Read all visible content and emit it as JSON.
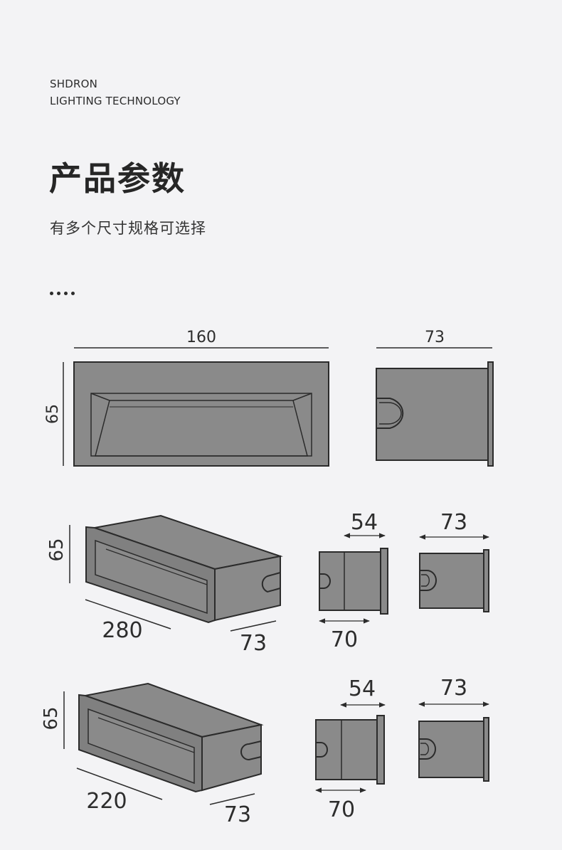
{
  "brand": {
    "line1": "SHDRON",
    "line2": "LIGHTING TECHNOLOGY"
  },
  "heading": {
    "title": "产品参数",
    "subtitle": "有多个尺寸规格可选择"
  },
  "drawing": {
    "front_view": {
      "width": "160",
      "height": "65"
    },
    "side_view": {
      "depth": "73"
    },
    "large_model": {
      "height": "65",
      "length": "280",
      "depth": "73",
      "side_front": "54",
      "side_bottom": "70",
      "side_depth": "73"
    },
    "small_model": {
      "height": "65",
      "length": "220",
      "depth": "73",
      "side_front": "54",
      "side_bottom": "70",
      "side_depth": "73"
    }
  },
  "colors": {
    "background": "#f3f3f5",
    "box_fill": "#8a8a8a",
    "box_dark": "#7f7f7f",
    "line": "#2b2b2b"
  }
}
